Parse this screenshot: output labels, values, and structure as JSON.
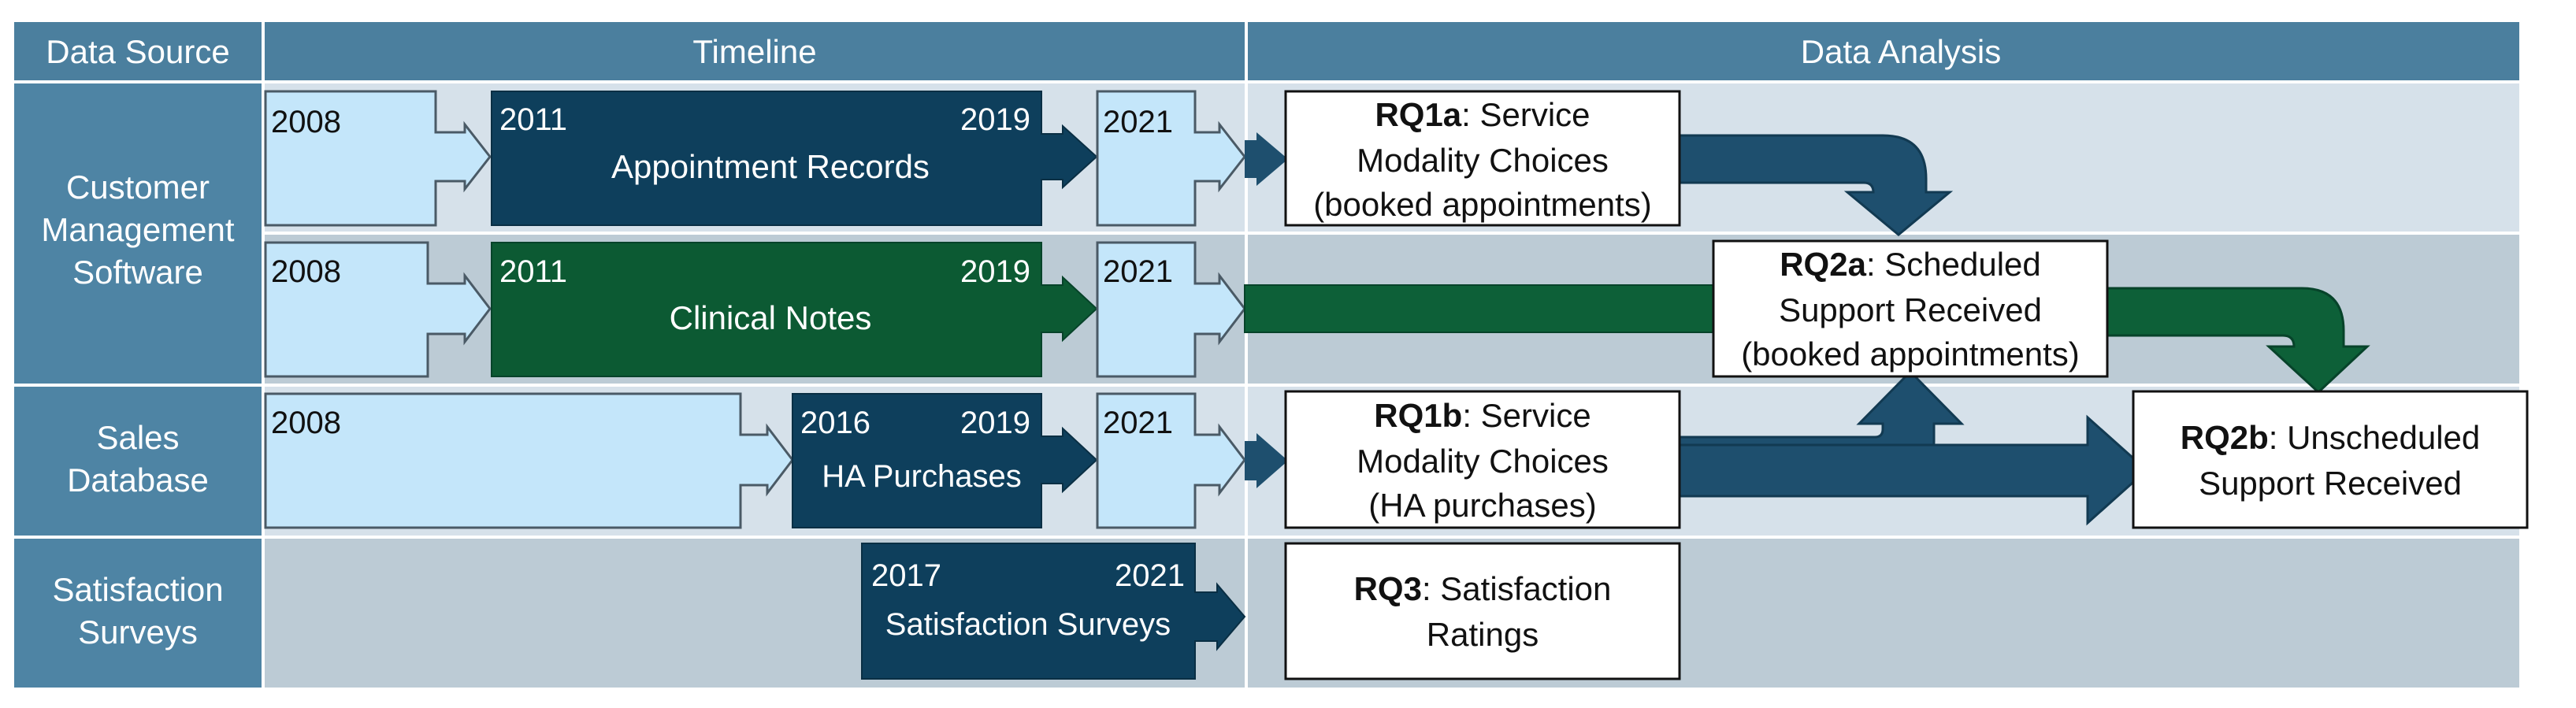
{
  "header": {
    "data_source": "Data Source",
    "timeline": "Timeline",
    "data_analysis": "Data Analysis"
  },
  "rows": {
    "cms": [
      "Customer",
      "Management",
      "Software"
    ],
    "sales": [
      "Sales",
      "Database"
    ],
    "surveys": [
      "Satisfaction",
      "Surveys"
    ]
  },
  "timeline": {
    "appointments": {
      "start": "2008",
      "data_start": "2011",
      "data_end": "2019",
      "end": "2021",
      "label": "Appointment Records"
    },
    "clinical": {
      "start": "2008",
      "data_start": "2011",
      "data_end": "2019",
      "end": "2021",
      "label": "Clinical Notes"
    },
    "purchases": {
      "start": "2008",
      "data_start": "2016",
      "data_end": "2019",
      "end": "2021",
      "label": "HA Purchases"
    },
    "surveys": {
      "data_start": "2017",
      "data_end": "2021",
      "label": "Satisfaction Surveys"
    }
  },
  "analysis": {
    "rq1a": {
      "code": "RQ1a",
      "rest": ": Service",
      "line2": "Modality Choices",
      "line3": "(booked appointments)"
    },
    "rq2a": {
      "code": "RQ2a",
      "rest": ": Scheduled",
      "line2": "Support Received",
      "line3": "(booked appointments)"
    },
    "rq1b": {
      "code": "RQ1b",
      "rest": ": Service",
      "line2": "Modality Choices",
      "line3": "(HA purchases)"
    },
    "rq2b": {
      "code": "RQ2b",
      "rest": ": Unscheduled",
      "line2": "Support Received"
    },
    "rq3": {
      "code": "RQ3",
      "rest": ": Satisfaction",
      "line2": "Ratings"
    }
  },
  "colors": {
    "header_bg": "#4b7f9e",
    "row_label_bg": "#4e84a4",
    "band_light": "#d6e1ea",
    "band_mid": "#bccbd5",
    "light_box": "#c4e6fa",
    "navy": "#0e3f5c",
    "green": "#0c5a33",
    "arrow_blue": "#1e4f6e",
    "arrow_green": "#0d6038"
  }
}
